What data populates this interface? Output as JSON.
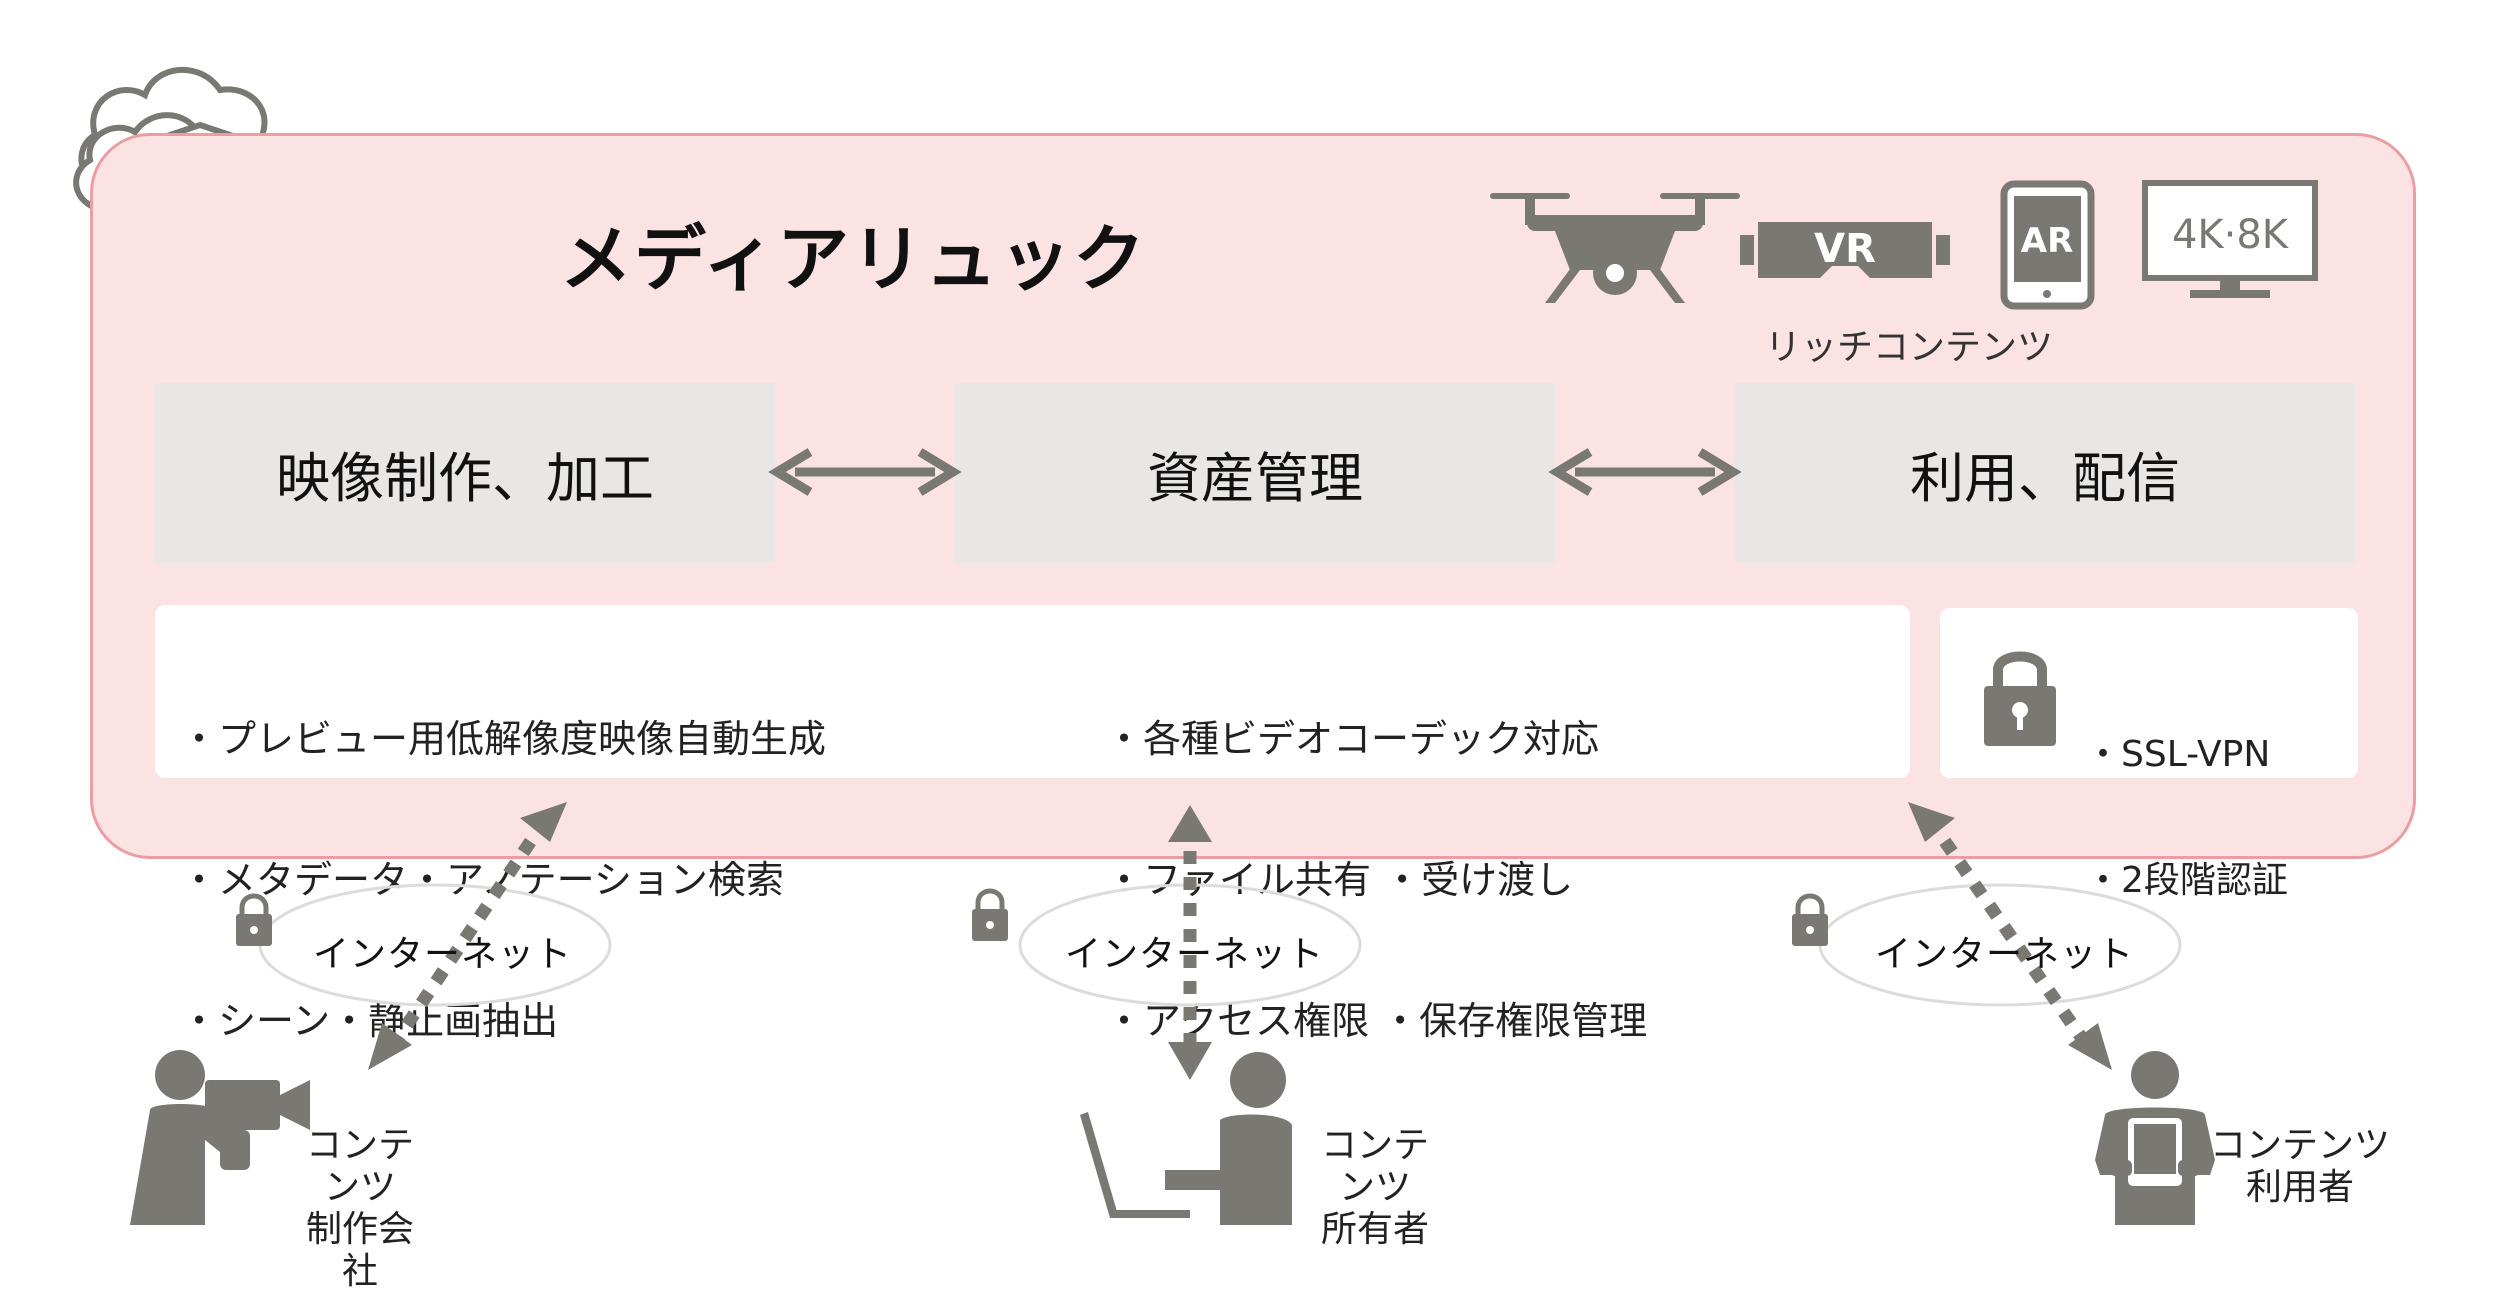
{
  "title": "メディアリュック",
  "rich_content": {
    "label": "リッチコンテンツ",
    "icons": [
      "drone-icon",
      "vr-goggles-icon",
      "ar-tablet-icon",
      "4k-8k-monitor-icon"
    ],
    "vr_text": "VR",
    "ar_text": "AR",
    "monitor_text": "4K·8K"
  },
  "functions": [
    {
      "label": "映像制作、加工"
    },
    {
      "label": "資産管理"
    },
    {
      "label": "利用、配信"
    }
  ],
  "features_left": [
    "・プレビュー用低解像度映像自動生成",
    "・メタデータ・アノテーション検索",
    "・シーン・静止画抽出"
  ],
  "features_right": [
    "・各種ビデオコーデック対応",
    "・ファイル共有 ・受け渡し",
    "・アクセス権限 ・保存権限管理"
  ],
  "security": {
    "items": [
      "・SSL-VPN",
      "・2段階認証"
    ]
  },
  "internet_label": "インターネット",
  "users": [
    {
      "line1": "コンテンツ",
      "line2": "制作会社"
    },
    {
      "line1": "コンテンツ",
      "line2": "所有者"
    },
    {
      "line1": "コンテンツ",
      "line2": "利用者"
    }
  ],
  "colors": {
    "panel_fill": "#fbe3e4",
    "panel_border": "#ea9ea3",
    "icon_gray": "#7a7873",
    "box_gray": "#e8e7e5"
  }
}
